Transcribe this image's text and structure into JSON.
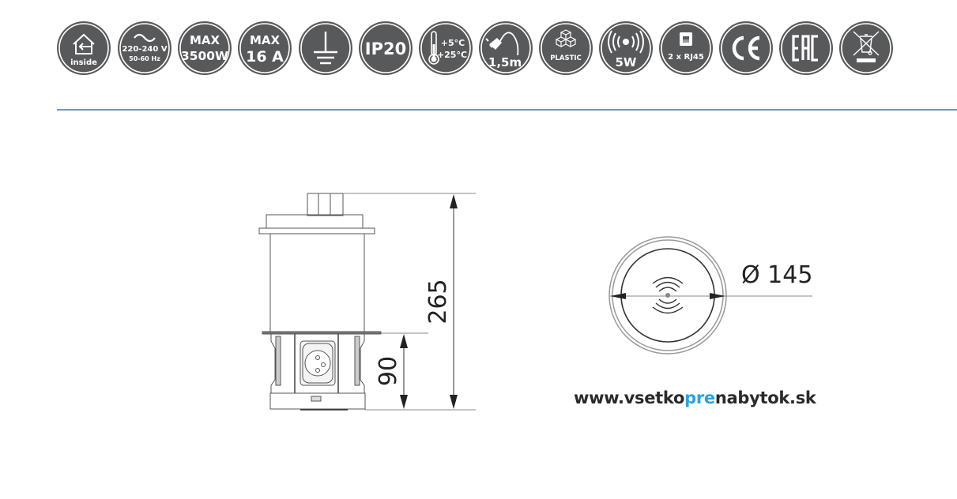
{
  "icons": [
    {
      "name": "inside",
      "label": "inside",
      "glyph": "house-arrow-icon"
    },
    {
      "name": "voltage",
      "line1": "220-240 V",
      "line2": "50-60 Hz",
      "glyph": "ac-wave-icon"
    },
    {
      "name": "max-power",
      "line1": "MAX",
      "line2": "3500W"
    },
    {
      "name": "max-current",
      "line1": "MAX",
      "line2": "16 A"
    },
    {
      "name": "grounding",
      "glyph": "ground-icon"
    },
    {
      "name": "ip-rating",
      "label": "IP20"
    },
    {
      "name": "temperature",
      "line1": "+5°C",
      "line2": "+25°C",
      "glyph": "thermometer-icon"
    },
    {
      "name": "cable-length",
      "label": "1,5m",
      "glyph": "plug-cable-icon"
    },
    {
      "name": "material",
      "label": "PLASTIC",
      "glyph": "cubes-icon"
    },
    {
      "name": "wireless-charger",
      "label": "5W",
      "glyph": "wireless-icon"
    },
    {
      "name": "data-ports",
      "label": "2 x RJ45",
      "glyph": "rj45-icon"
    },
    {
      "name": "ce-mark",
      "label": "CE"
    },
    {
      "name": "eac-mark",
      "label": "EAC"
    },
    {
      "name": "weee",
      "glyph": "crossed-bin-icon"
    }
  ],
  "colors": {
    "badge_fill": "#58595b",
    "badge_ring": "#ffffff",
    "divider": "#6f96bd",
    "url_accent": "#29a3e0",
    "line": "#3a3a3a"
  },
  "side_view": {
    "total_height": "265",
    "lower_height": "90"
  },
  "top_view": {
    "diameter": "Ø 145"
  },
  "website": {
    "part1": "www.vsetko",
    "part2": "pre",
    "part3": "nabytok.sk"
  }
}
